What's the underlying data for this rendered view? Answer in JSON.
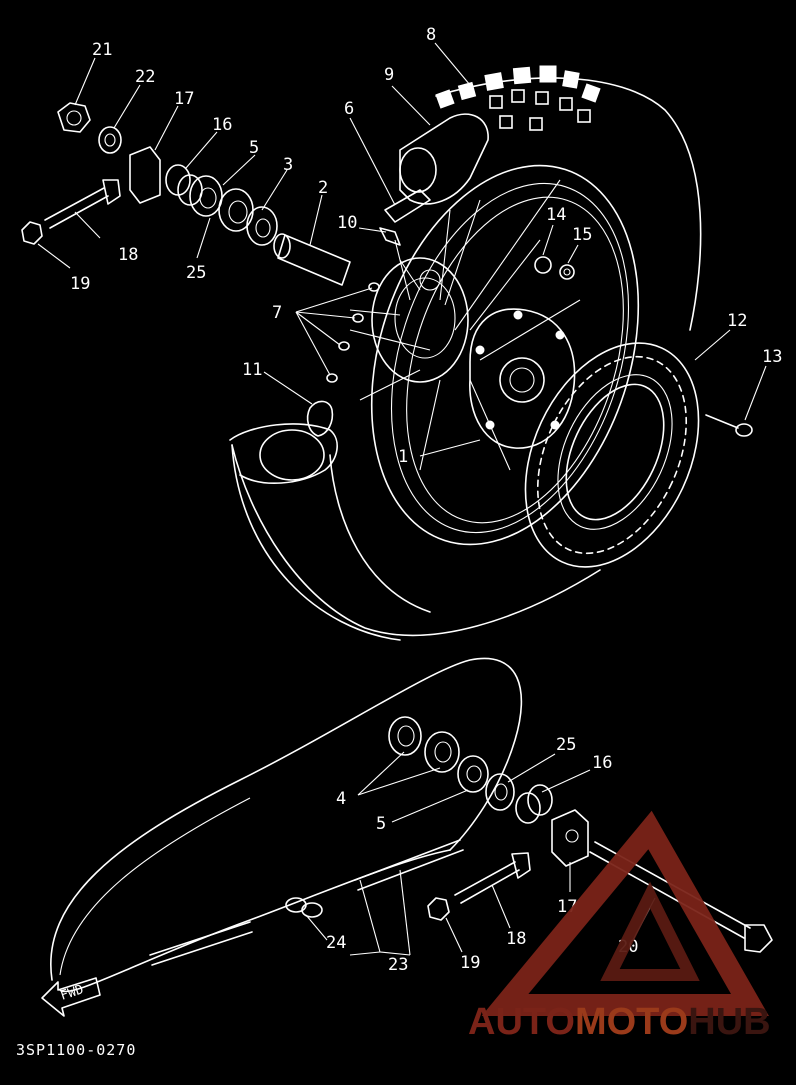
{
  "diagram_code": "3SP1100-0270",
  "fwd_label": "FWD",
  "watermark": {
    "part1": "AUTO",
    "part2": "MOTO",
    "part3": "HUB",
    "color_auto": "#7a2318",
    "color_moto": "#9a3a1a",
    "color_hub": "#3a1510"
  },
  "labels": {
    "l21": "21",
    "l22": "22",
    "l17": "17",
    "l16": "16",
    "l5": "5",
    "l3": "3",
    "l2": "2",
    "l6": "6",
    "l9": "9",
    "l8": "8",
    "l10": "10",
    "l18": "18",
    "l19": "19",
    "l25": "25",
    "l14": "14",
    "l15": "15",
    "l7": "7",
    "l12": "12",
    "l13": "13",
    "l11": "11",
    "l1": "1",
    "l4b": "4",
    "l5b": "5",
    "l25b": "25",
    "l16b": "16",
    "l17b": "17",
    "l18b": "18",
    "l19b": "19",
    "l20b": "20",
    "l24b": "24",
    "l23b": "23"
  }
}
